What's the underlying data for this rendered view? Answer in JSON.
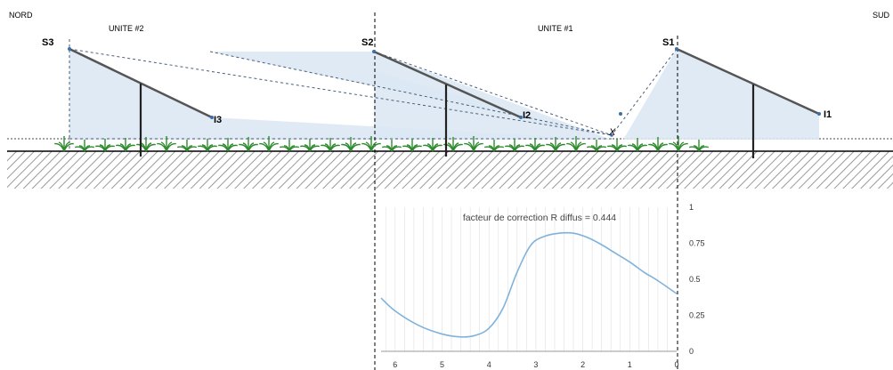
{
  "labels": {
    "nord": "NORD",
    "sud": "SUD",
    "unite2": "UNITE #2",
    "unite1": "UNITE #1",
    "s1": "S1",
    "s2": "S2",
    "s3": "S3",
    "i1": "I1",
    "i2": "I2",
    "i3": "I3",
    "x": "X"
  },
  "colors": {
    "shade": "#dce8f4",
    "panel": "#555555",
    "curve": "#7fb2dc",
    "grid": "#e0e0e0",
    "plant": "#2e8b2e"
  },
  "chart_data": {
    "type": "line",
    "title": "facteur de correction R diffus = 0.444",
    "xlabel": "",
    "ylabel": "",
    "x_reversed": true,
    "xlim": [
      6.3,
      0
    ],
    "ylim": [
      0,
      1
    ],
    "x_ticks": [
      "6",
      "5",
      "4",
      "3",
      "2",
      "1",
      "0"
    ],
    "y_ticks": [
      "0",
      "0.25",
      "0.5",
      "0.75",
      "1"
    ],
    "series": [
      {
        "x": [
          6.3,
          6.0,
          5.5,
          5.0,
          4.6,
          4.3,
          4.0,
          3.7,
          3.4,
          3.1,
          2.8,
          2.5,
          2.2,
          1.9,
          1.6,
          1.3,
          1.0,
          0.7,
          0.4,
          0.0
        ],
        "values": [
          0.37,
          0.28,
          0.18,
          0.12,
          0.1,
          0.11,
          0.16,
          0.3,
          0.55,
          0.74,
          0.8,
          0.82,
          0.82,
          0.79,
          0.74,
          0.68,
          0.62,
          0.55,
          0.49,
          0.4
        ]
      }
    ]
  }
}
